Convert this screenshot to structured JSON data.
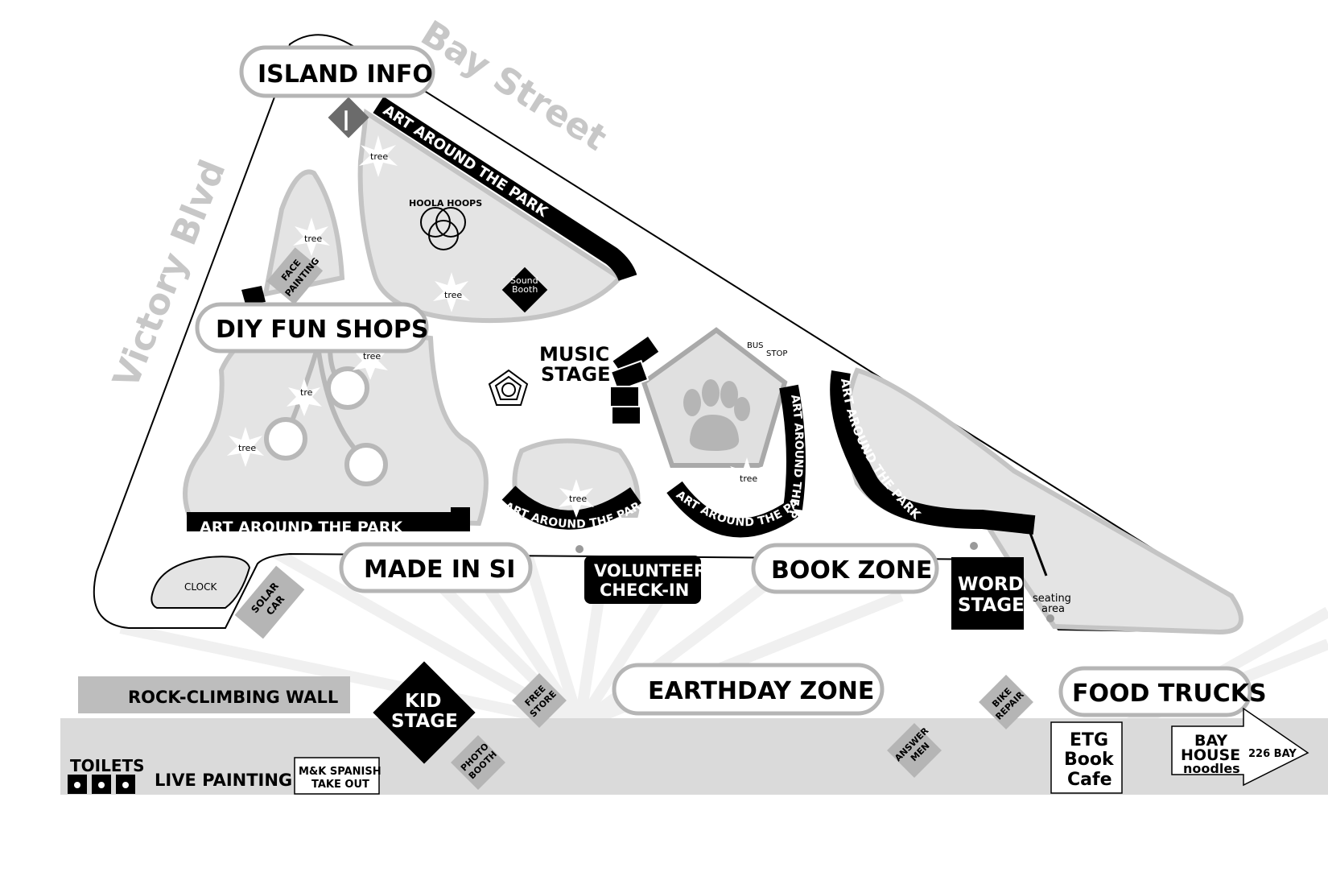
{
  "streets": {
    "bay": "Bay Street",
    "victory": "Victory Blvd"
  },
  "zones": {
    "island_info": "ISLAND INFO",
    "diy": "DIY FUN SHOPS",
    "made_in_si": "MADE IN SI",
    "book_zone": "BOOK ZONE",
    "earthday": "EARTHDAY ZONE",
    "food_trucks": "FOOD TRUCKS"
  },
  "music_stage": {
    "line1": "MUSIC",
    "line2": "STAGE"
  },
  "volunteer": {
    "line1": "VOLUNTEER",
    "line2": "CHECK-IN"
  },
  "word_stage": {
    "line1": "WORD",
    "line2": "STAGE"
  },
  "kid_stage": {
    "line1": "KID",
    "line2": "STAGE"
  },
  "art_paths": {
    "top": "ART AROUND THE PARK",
    "left": "ART AROUND THE PARK",
    "center": "ART AROUND THE PARK",
    "paw_bottom": "ART AROUND THE PARK",
    "paw_side": "ART AROUND THE PARK",
    "right": "ART AROUND THE PARK"
  },
  "small_labels": {
    "hoola": "HOOLA HOOPS",
    "sound_1": "Sound",
    "sound_2": "Booth",
    "face_1": "FACE",
    "face_2": "PAINTING",
    "bus_1": "BUS",
    "bus_2": "STOP",
    "clock": "CLOCK",
    "solar_1": "SOLAR",
    "solar_2": "CAR",
    "seating_1": "seating",
    "seating_2": "area",
    "info_letter": "I",
    "tree": "tree",
    "tree_partial": "tre"
  },
  "street_row": {
    "rock_wall": "ROCK-CLIMBING WALL",
    "free_1": "FREE",
    "free_2": "STORE",
    "bike_1": "BIKE",
    "bike_2": "REPAIR",
    "toilets": "TOILETS",
    "live_painting": "LIVE PAINTING",
    "mk_1": "M&K SPANISH",
    "mk_2": "TAKE OUT",
    "photo_1": "PHOTO",
    "photo_2": "BOOTH",
    "answer_1": "ANSWER",
    "answer_2": "MEN",
    "etg_1": "ETG",
    "etg_2": "Book",
    "etg_3": "Cafe",
    "bay_house_1": "BAY",
    "bay_house_2": "HOUSE",
    "bay_house_3": "noodles",
    "bay_226": "226 BAY"
  },
  "colors": {
    "zone_fill": "#e2e2e2",
    "zone_stroke": "#bdbdbd",
    "street_band": "#dadada",
    "dark": "#000000"
  }
}
